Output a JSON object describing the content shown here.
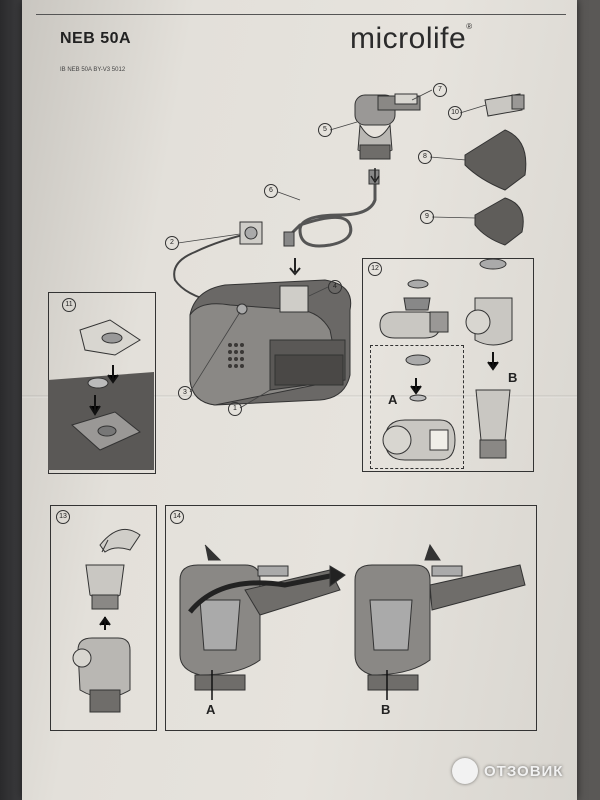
{
  "header": {
    "model": "NEB 50A",
    "brand": "microlife",
    "brand_mark": "®",
    "doc_id": "IB NEB 50A BY-V3 5012"
  },
  "callouts": {
    "c1": "1",
    "c2": "2",
    "c3": "3",
    "c4": "4",
    "c5": "5",
    "c6": "6",
    "c7": "7",
    "c8": "8",
    "c9": "9",
    "c10": "10"
  },
  "panels": {
    "p11": "11",
    "p12": "12",
    "p13": "13",
    "p14": "14"
  },
  "labels": {
    "p12_a": "A",
    "p12_b": "B",
    "p14_a": "A",
    "p14_b": "B"
  },
  "watermark": {
    "text": "ОТЗОВИК"
  }
}
